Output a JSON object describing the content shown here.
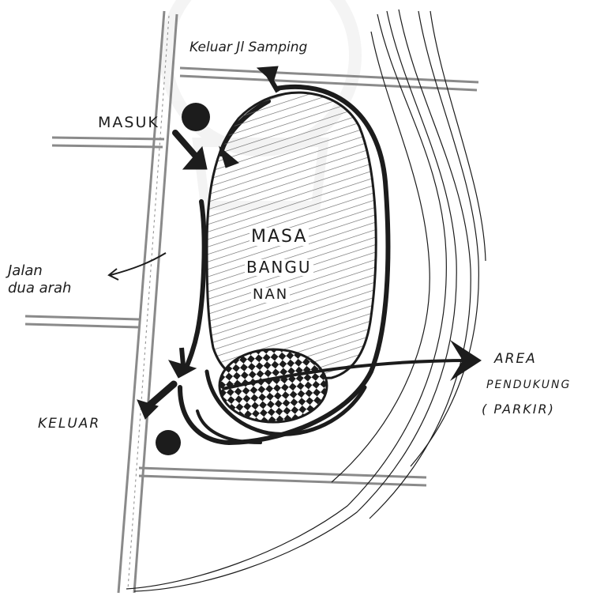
{
  "labels": {
    "exit_side": "Keluar Jl Samping",
    "entry": "MASUK",
    "two_way_line1": "Jalan",
    "two_way_line2": "dua arah",
    "building_line1": "MASA",
    "building_line2": "BANGU",
    "building_line3": "NAN",
    "support_line1": "AREA",
    "support_line2": "PENDUKUNG",
    "support_line3": "( PARKIR)",
    "exit": "KELUAR"
  },
  "colors": {
    "ink": "#1c1c1c",
    "road_gray": "#8a8a8a",
    "hatch": "#6b6b6b",
    "paper": "#ffffff",
    "watermark": "#ececec"
  },
  "icons": [
    "entry-arrow-icon",
    "exit-arrow-icon",
    "support-pointer-arrow-icon",
    "marker-dot-icon"
  ]
}
